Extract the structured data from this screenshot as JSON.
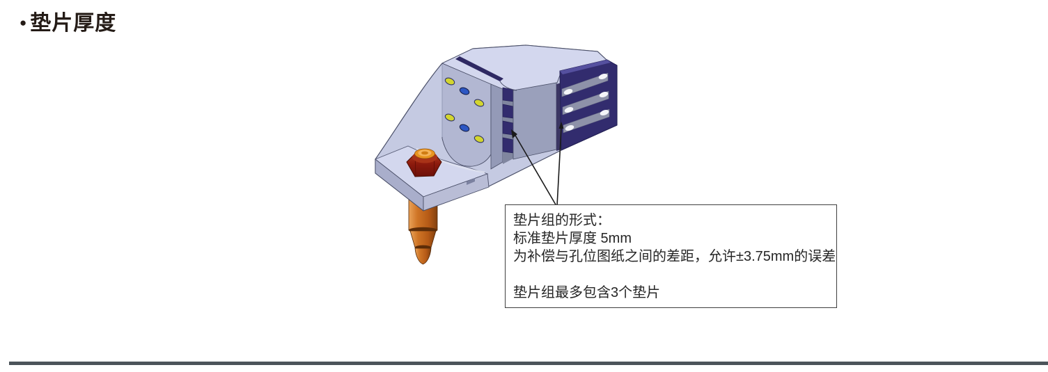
{
  "heading": {
    "bullet": "●",
    "text": "垫片厚度"
  },
  "callout": {
    "lines": [
      "垫片组的形式：",
      "标准垫片厚度 5mm",
      "为补偿与孔位图纸之间的差距，允许±3.75mm的误差",
      "",
      "垫片组最多包含3个垫片"
    ]
  },
  "illustration": {
    "description": "isometric CAD view of an L-bracket with locating pin, hex nut and a 3-shim pack",
    "shim_count_note": "3 slotted shims stacked at arm end; serrated shim edge visible mid-bracket"
  },
  "colors": {
    "heading": "#241b16",
    "text": "#262626",
    "box_border": "#3f3f3f",
    "rule": "#4c545a",
    "outline": "#4a4f68",
    "edge_soft": "#565b75",
    "arrow": "#1a1a1a",
    "lav_base": "#c5cae2",
    "lav_top": "#d3d7ee",
    "holes_face": "#b2b7d2",
    "side_face": "#949ab7",
    "rear_face": "#9aa0bb",
    "plate_front": "#a9aecb",
    "plate_right": "#b9bdd6",
    "fillet_highlight": "#dfe2f0",
    "navy": "#322c6e",
    "navy_dark": "#232055",
    "navy_top": "#55509f",
    "groove": "#2e2963",
    "gap_dark": "#3b3663",
    "tab_gap": "#80869f",
    "slot_gray": "#8e92a9",
    "slot_edge": "#6e7288",
    "screw_white": "#f4f5f9",
    "hole_yellow": "#d3d52f",
    "hole_blue": "#2d57c3",
    "hole_ring": "#2f3366",
    "hole_ring_blue": "#16204d",
    "nut_edge": "#4a1005",
    "cap_orange": "#e8941f",
    "cap_inner": "#f5b45a",
    "cap_core": "#d07c12",
    "cap_edge": "#93520a",
    "pin_band": "#5e2d08",
    "pin_edge": "#50280a",
    "notch": "#7b81a0"
  }
}
